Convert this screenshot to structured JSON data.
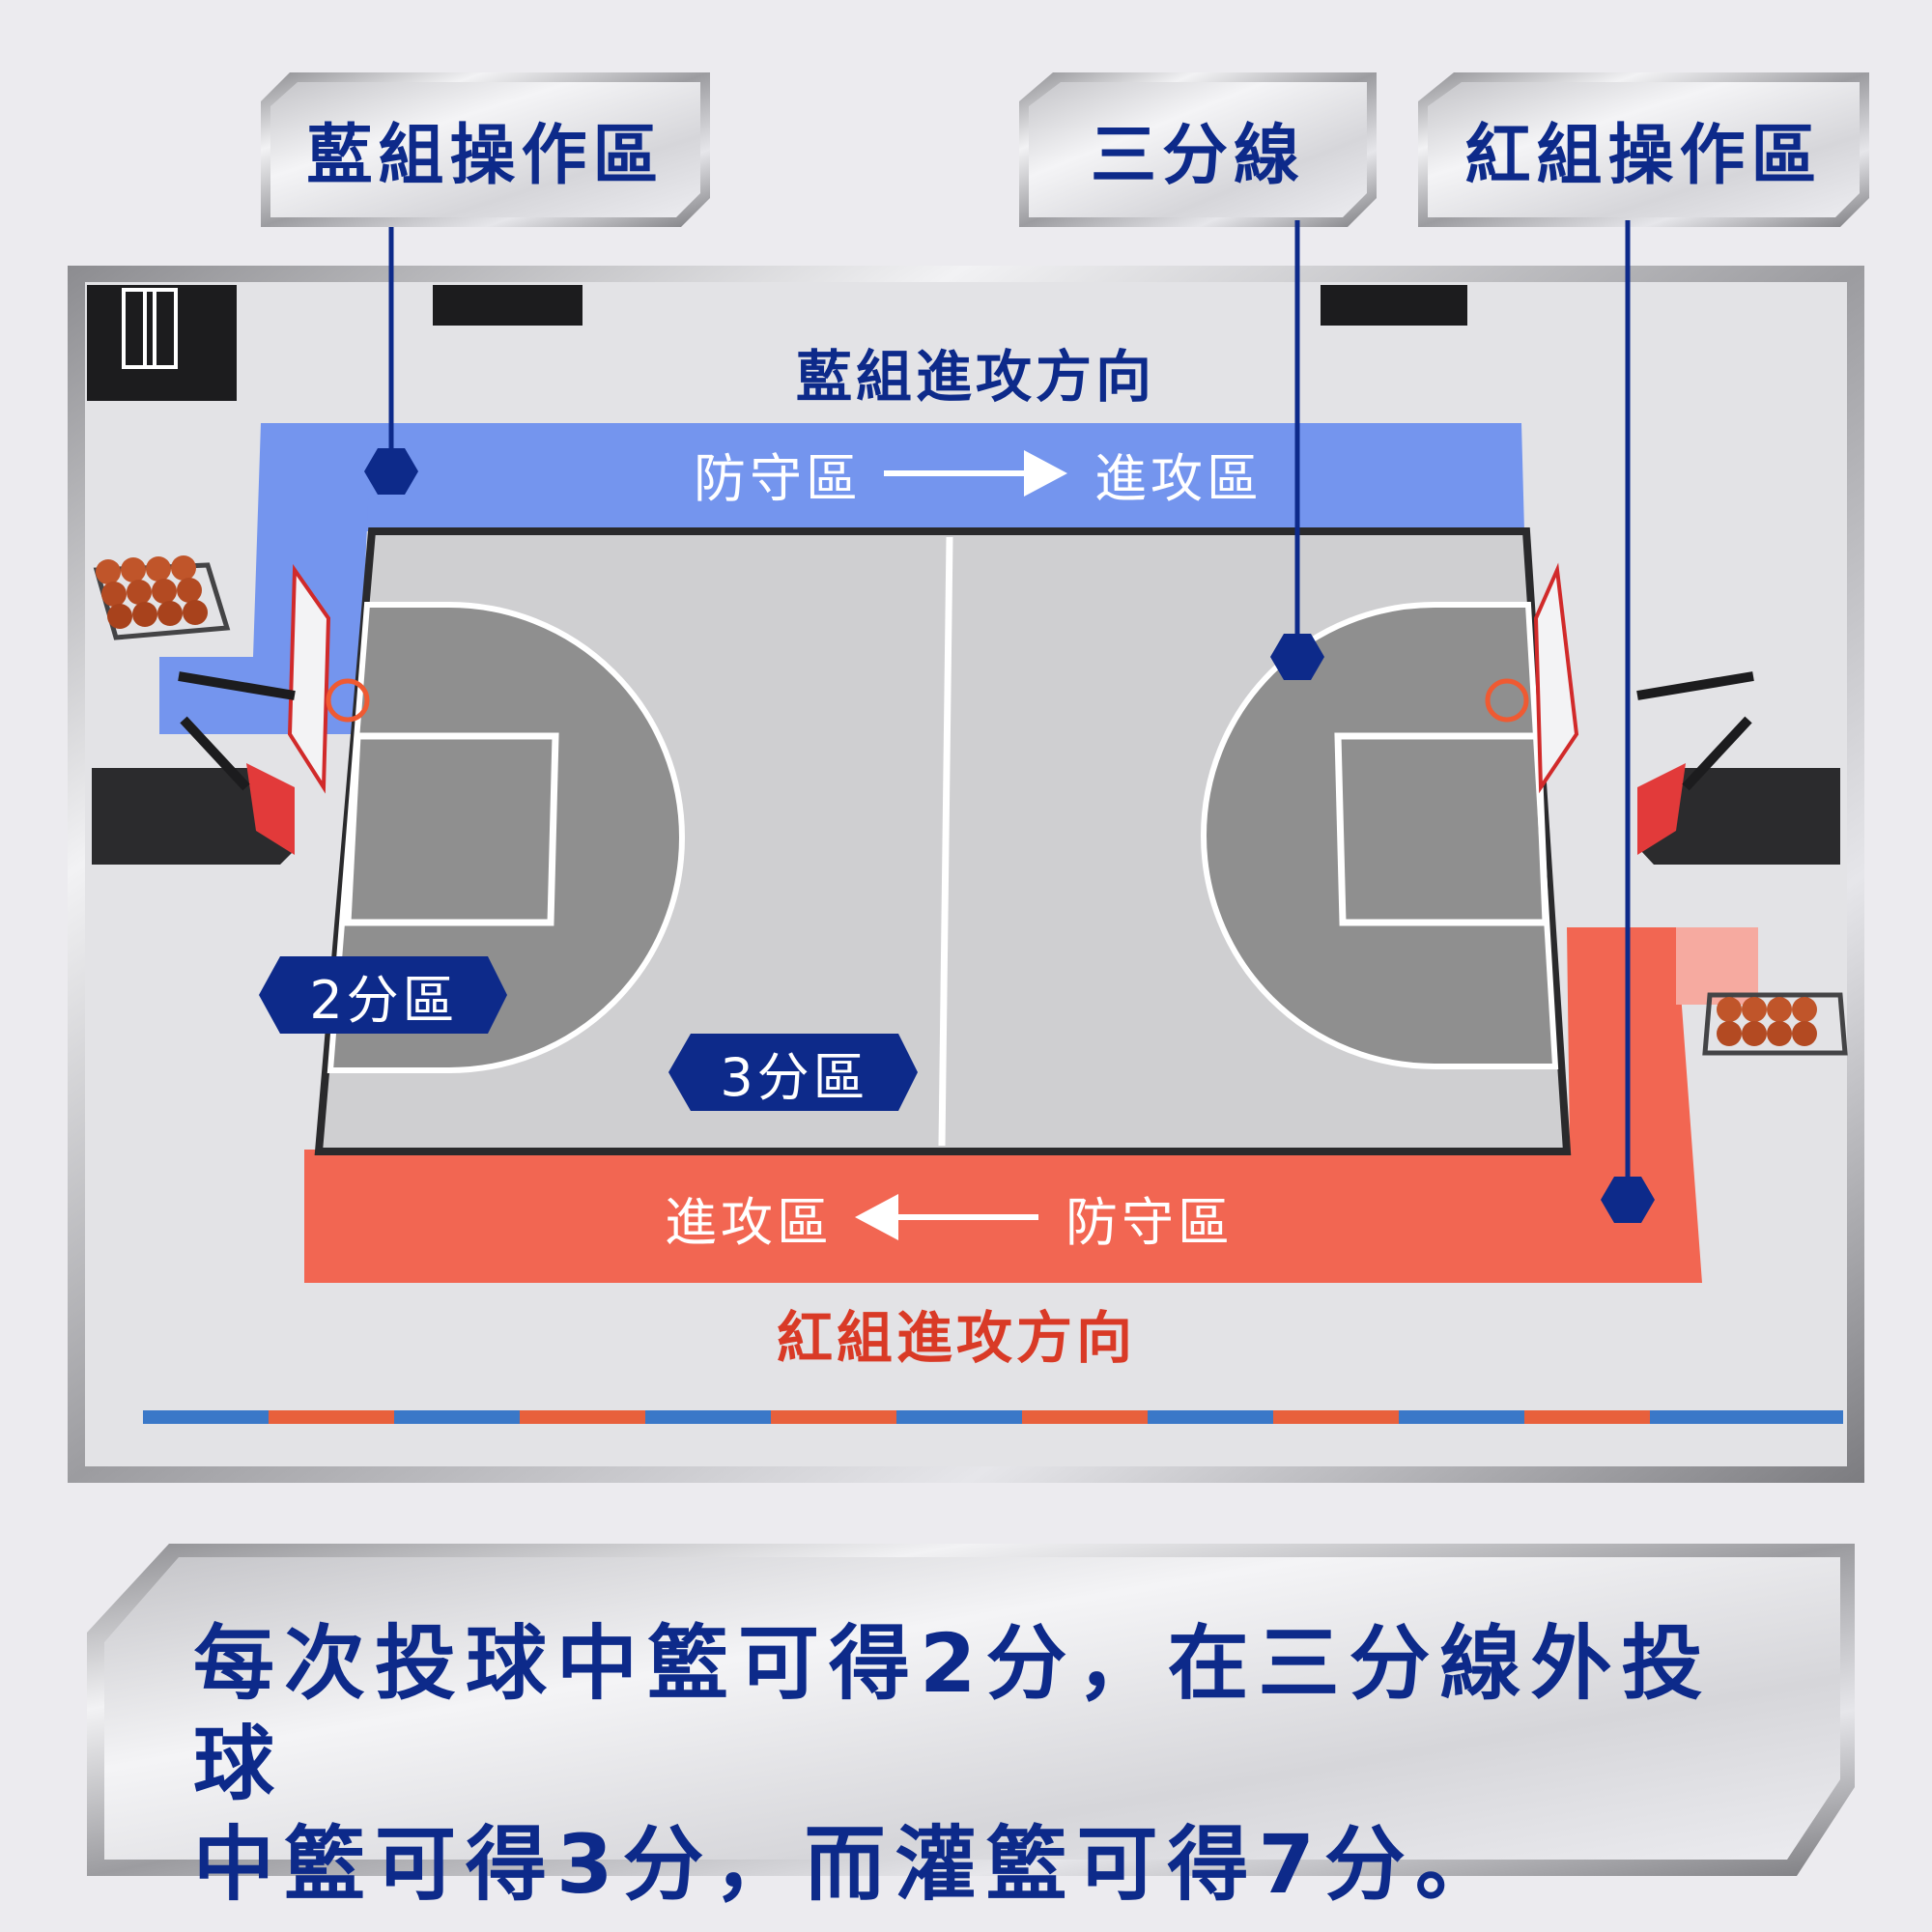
{
  "labels": {
    "blue_zone": "藍組操作區",
    "three_point_line": "三分線",
    "red_zone": "紅組操作區"
  },
  "court": {
    "blue_direction": "藍組進攻方向",
    "red_direction": "紅組進攻方向",
    "blue_defense": "防守區",
    "blue_offense": "進攻區",
    "red_offense": "進攻區",
    "red_defense": "防守區",
    "two_point_zone": "2分區",
    "three_point_zone": "3分區"
  },
  "note": {
    "line1": "每次投球中籃可得2分，在三分線外投球",
    "line2": "中籃可得3分，而灌籃可得7分。"
  },
  "colors": {
    "navy": "#0d2a8a",
    "blue_band": "#7495ee",
    "red_band": "#f26652",
    "red_text": "#d93a26",
    "paint_dark": "#8f8f8f",
    "court_light": "#cfcfd1"
  }
}
